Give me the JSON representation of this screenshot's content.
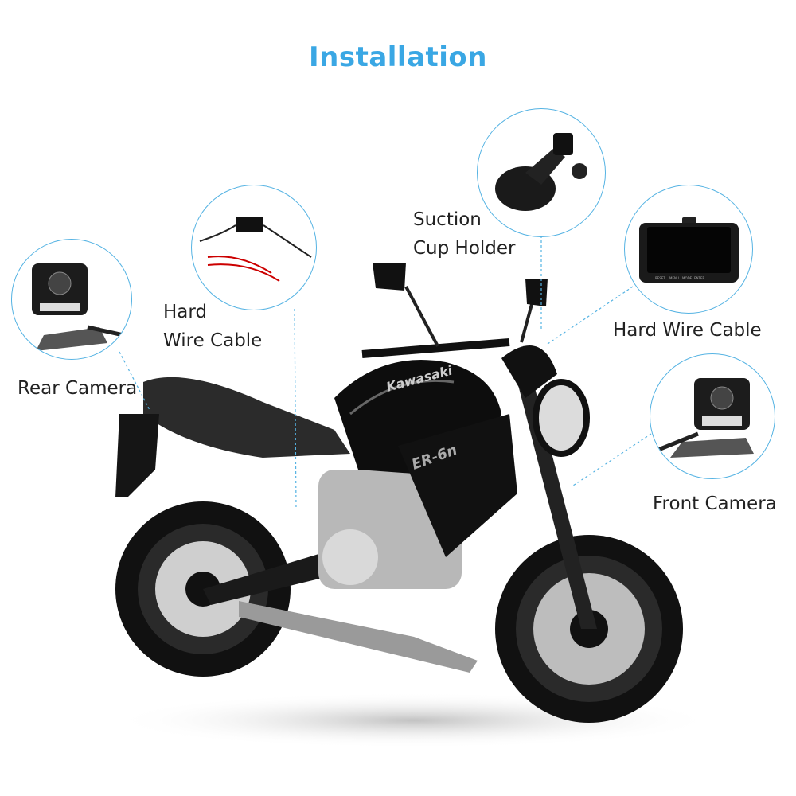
{
  "title": "Installation",
  "accent_color": "#3aa7e4",
  "callouts": {
    "rear_camera": {
      "label": "Rear Camera",
      "icon": "rear-camera-icon"
    },
    "hard_wire_left": {
      "label_line1": "Hard",
      "label_line2": "Wire Cable",
      "icon": "hard-wire-cable-icon"
    },
    "suction_cup": {
      "label_line1": "Suction",
      "label_line2": "Cup Holder",
      "icon": "suction-cup-holder-icon"
    },
    "hard_wire_right": {
      "label": "Hard Wire Cable",
      "icon": "dash-cam-monitor-icon"
    },
    "front_camera": {
      "label": "Front Camera",
      "icon": "front-camera-icon"
    }
  },
  "monitor_buttons": [
    "RESET",
    "MENU",
    "MODE",
    "ENTER"
  ],
  "motorcycle": {
    "brand_logo": "Kawasaki",
    "model_badge": "ER-6n"
  }
}
